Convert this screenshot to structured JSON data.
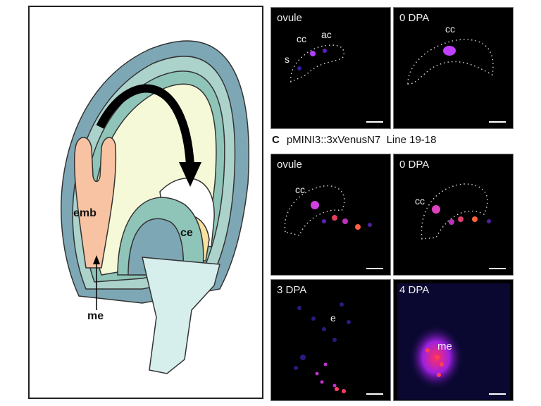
{
  "diagram": {
    "labels": {
      "emb": "emb",
      "ce": "ce",
      "me": "me"
    }
  },
  "panel_c": {
    "letter": "C",
    "construct": "pMINI3::3xVenusN7",
    "line": "Line 19-18"
  },
  "panels": [
    {
      "title": "ovule",
      "labels": [
        "cc",
        "ac",
        "s"
      ]
    },
    {
      "title": "0 DPA",
      "labels": [
        "cc"
      ]
    },
    {
      "title": "ovule",
      "labels": [
        "cc"
      ]
    },
    {
      "title": "0 DPA",
      "labels": [
        "cc"
      ]
    },
    {
      "title": "3 DPA",
      "labels": [
        "e"
      ]
    },
    {
      "title": "4 DPA",
      "labels": [
        "me"
      ]
    }
  ]
}
